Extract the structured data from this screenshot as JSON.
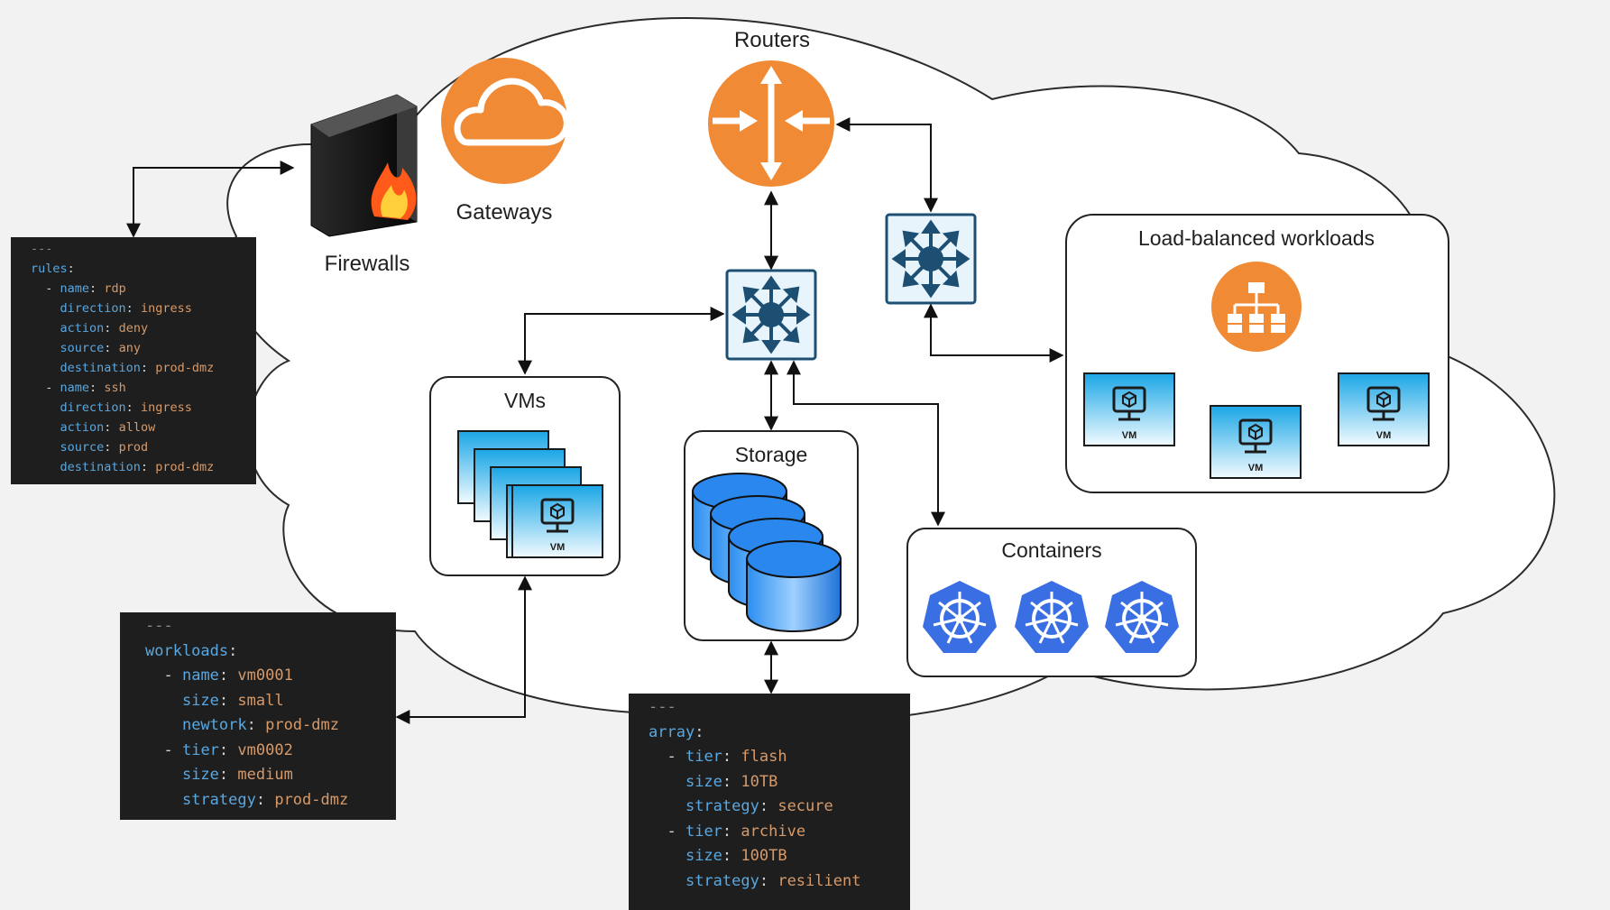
{
  "labels": {
    "routers": "Routers",
    "gateways": "Gateways",
    "firewalls": "Firewalls",
    "vms": "VMs",
    "storage": "Storage",
    "containers": "Containers",
    "load_balanced": "Load-balanced workloads",
    "vm_badge": "VM"
  },
  "colors": {
    "orange": "#f08a35",
    "switch_blue": "#1d4f73",
    "k8s_blue": "#3a6fe3",
    "vm_blue": "#22b3e8",
    "disk_blue": "#1e7fe0",
    "code_bg": "#1e1e1e"
  },
  "icons": [
    "cloud-icon",
    "router-icon",
    "switch-icon",
    "load-balancer-icon",
    "vm-icon",
    "kubernetes-icon",
    "database-icon",
    "firewall-icon"
  ],
  "code": {
    "firewall": {
      "lines": [
        {
          "indent": "",
          "dash": "",
          "key": "---",
          "sep": "",
          "val": ""
        },
        {
          "indent": "",
          "dash": "",
          "key": "rules",
          "sep": ":",
          "val": ""
        },
        {
          "indent": "  ",
          "dash": "- ",
          "key": "name",
          "sep": ": ",
          "val": "rdp"
        },
        {
          "indent": "    ",
          "dash": "",
          "key": "direction",
          "sep": ": ",
          "val": "ingress"
        },
        {
          "indent": "    ",
          "dash": "",
          "key": "action",
          "sep": ": ",
          "val": "deny"
        },
        {
          "indent": "    ",
          "dash": "",
          "key": "source",
          "sep": ": ",
          "val": "any"
        },
        {
          "indent": "    ",
          "dash": "",
          "key": "destination",
          "sep": ": ",
          "val": "prod-dmz"
        },
        {
          "indent": "  ",
          "dash": "- ",
          "key": "name",
          "sep": ": ",
          "val": "ssh"
        },
        {
          "indent": "    ",
          "dash": "",
          "key": "direction",
          "sep": ": ",
          "val": "ingress"
        },
        {
          "indent": "    ",
          "dash": "",
          "key": "action",
          "sep": ": ",
          "val": "allow"
        },
        {
          "indent": "    ",
          "dash": "",
          "key": "source",
          "sep": ": ",
          "val": "prod"
        },
        {
          "indent": "    ",
          "dash": "",
          "key": "destination",
          "sep": ": ",
          "val": "prod-dmz"
        }
      ]
    },
    "workloads": {
      "lines": [
        {
          "indent": "",
          "dash": "",
          "key": "---",
          "sep": "",
          "val": ""
        },
        {
          "indent": "",
          "dash": "",
          "key": "workloads",
          "sep": ":",
          "val": ""
        },
        {
          "indent": "  ",
          "dash": "- ",
          "key": "name",
          "sep": ": ",
          "val": "vm0001"
        },
        {
          "indent": "    ",
          "dash": "",
          "key": "size",
          "sep": ": ",
          "val": "small"
        },
        {
          "indent": "    ",
          "dash": "",
          "key": "newtork",
          "sep": ": ",
          "val": "prod-dmz"
        },
        {
          "indent": "  ",
          "dash": "- ",
          "key": "tier",
          "sep": ": ",
          "val": "vm0002"
        },
        {
          "indent": "    ",
          "dash": "",
          "key": "size",
          "sep": ": ",
          "val": "medium"
        },
        {
          "indent": "    ",
          "dash": "",
          "key": "strategy",
          "sep": ": ",
          "val": "prod-dmz"
        }
      ]
    },
    "array": {
      "lines": [
        {
          "indent": "",
          "dash": "",
          "key": "---",
          "sep": "",
          "val": ""
        },
        {
          "indent": "",
          "dash": "",
          "key": "array",
          "sep": ":",
          "val": ""
        },
        {
          "indent": "  ",
          "dash": "- ",
          "key": "tier",
          "sep": ": ",
          "val": "flash"
        },
        {
          "indent": "    ",
          "dash": "",
          "key": "size",
          "sep": ": ",
          "val": "10TB"
        },
        {
          "indent": "    ",
          "dash": "",
          "key": "strategy",
          "sep": ": ",
          "val": "secure"
        },
        {
          "indent": "  ",
          "dash": "- ",
          "key": "tier",
          "sep": ": ",
          "val": "archive"
        },
        {
          "indent": "    ",
          "dash": "",
          "key": "size",
          "sep": ": ",
          "val": "100TB"
        },
        {
          "indent": "    ",
          "dash": "",
          "key": "strategy",
          "sep": ": ",
          "val": "resilient"
        }
      ]
    }
  }
}
